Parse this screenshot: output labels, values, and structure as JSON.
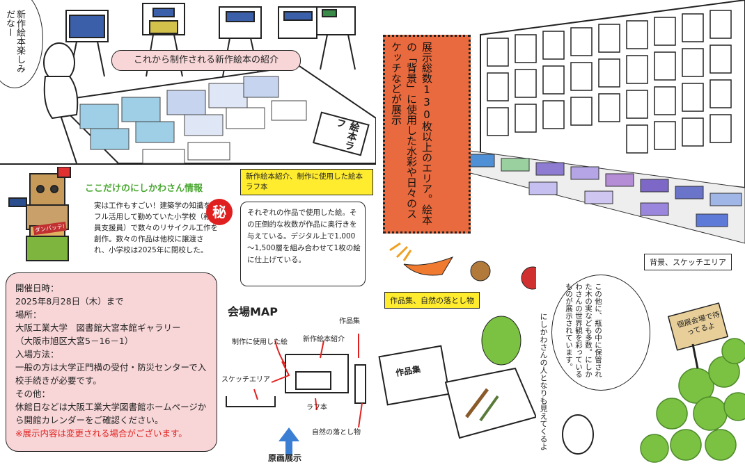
{
  "top_left": {
    "speech_bubble": "新作絵本楽しみだなー",
    "banner": "これから制作される新作絵本の紹介",
    "sign": "絵本ラフ"
  },
  "top_right": {
    "heading": "展示総数130枚以上のエリア。絵本の「背景」に使用した水彩や日々のスケッチなどが展示",
    "caption": "背景、スケッチエリア"
  },
  "info": {
    "title": "ここだけのにしかわさん情報",
    "body": "実は工作もすごい！建築学の知識をフル活用して勤めていた小学校（教員支援員）で数々のリサイクル工作を創作。数々の作品は他校に譲渡され、小学校は2025年に閉校した。",
    "secret_mark": "秘",
    "robot_label": "ダンバッテ!"
  },
  "event": {
    "dates_label": "開催日時：",
    "dates": "2025年8月28日（木）まで",
    "place_label": "場所：",
    "place": "大阪工業大学　図書館大宮本館ギャラリー",
    "address": "（大阪市旭区大宮5－16－1）",
    "entry_label": "入場方法：",
    "entry": "一般の方は大学正門横の受付・防災センターで入校手続きが必要です。",
    "other_label": "その他：",
    "other": "休館日などは大阪工業大学図書館ホームページから開館カレンダーをご確認ください。",
    "note": "※展示内容は変更される場合がございます。"
  },
  "rough": {
    "caption": "新作絵本紹介、制作に使用した絵本ラフ本",
    "text": "それぞれの作品で使用した絵。その圧倒的な枚数が作品に奥行きを与えている。デジタル上で1,000～1,500層を組み合わせて1枚の絵に仕上げている。"
  },
  "map": {
    "title": "会場MAP",
    "labels": {
      "used": "制作に使用した絵",
      "new": "新作絵本紹介",
      "works": "作品集",
      "sketch": "スケッチエリア",
      "rough": "ラフ本",
      "nature": "自然の落とし物",
      "original": "原画展示"
    }
  },
  "bottom_right": {
    "caption": "作品集、自然の落とし物",
    "book_title": "作品集",
    "bubble": "この他に、瓶の中に保管された木の実なども多数。にしかわさんの世界観を彩っているものが展示されています。",
    "side": "にしかわさんの人となりも見えてくるよ",
    "sign": "個展会場で待ってるよ"
  },
  "colors": {
    "heading_bg": "#e86a3e",
    "info_bg": "#f8d6d8",
    "caption_bg": "#ffec2e",
    "green": "#7bc142"
  }
}
